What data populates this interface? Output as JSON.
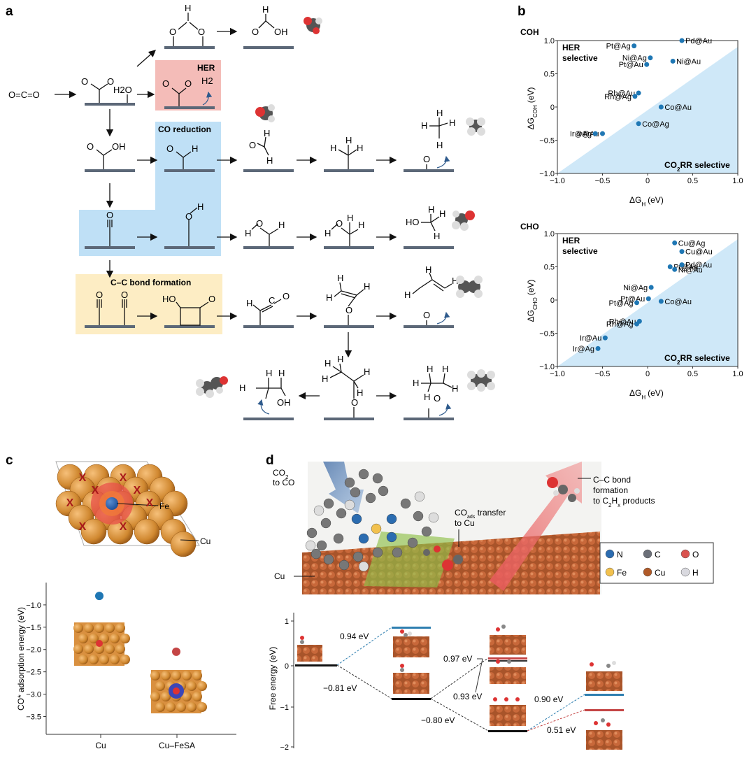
{
  "panel_labels": {
    "a": "a",
    "b": "b",
    "c": "c",
    "d": "d"
  },
  "panel_a": {
    "co2": "O=C=O",
    "boxes": {
      "her": "HER",
      "co_reduction": "CO reduction",
      "cc_bond": "C–C bond formation"
    },
    "atoms": {
      "O": "O",
      "H": "H",
      "OH": "OH",
      "H2O": "H2O",
      "H2": "H2",
      "HO": "HO",
      "C": "C"
    }
  },
  "panel_b": {
    "top": {
      "title": "COH",
      "ylabel": "ΔG",
      "ylabel_sub": "COH",
      "ylabel_unit": "(eV)",
      "xlabel": "ΔG",
      "xlabel_sub": "H",
      "xlabel_unit": "(eV)",
      "region_top_1": "HER",
      "region_top_2": "selective",
      "region_bottom": "CO",
      "region_bottom_sub": "2",
      "region_bottom_2": "RR selective"
    },
    "bottom": {
      "title": "CHO",
      "ylabel": "ΔG",
      "ylabel_sub": "CHO",
      "ylabel_unit": "(eV)",
      "xlabel": "ΔG",
      "xlabel_sub": "H",
      "xlabel_unit": "(eV)",
      "region_top_1": "HER",
      "region_top_2": "selective",
      "region_bottom": "CO",
      "region_bottom_sub": "2",
      "region_bottom_2": "RR selective"
    },
    "ticks": [
      "−1.0",
      "−0.5",
      "0",
      "0.5",
      "1.0"
    ]
  },
  "chart_data": [
    {
      "type": "scatter",
      "title": "COH",
      "xlabel": "ΔGH (eV)",
      "ylabel": "ΔGCOH (eV)",
      "xlim": [
        -1.0,
        1.0
      ],
      "ylim": [
        -1.0,
        1.0
      ],
      "points": [
        {
          "label": "Pd@Au",
          "x": 0.38,
          "y": 1.0
        },
        {
          "label": "Pt@Ag",
          "x": -0.15,
          "y": 0.92
        },
        {
          "label": "Ni@Ag",
          "x": 0.03,
          "y": 0.74
        },
        {
          "label": "Ni@Au",
          "x": 0.28,
          "y": 0.69
        },
        {
          "label": "Pt@Au",
          "x": -0.01,
          "y": 0.64
        },
        {
          "label": "Rh@Au",
          "x": -0.1,
          "y": 0.21
        },
        {
          "label": "Rh@Ag",
          "x": -0.14,
          "y": 0.16
        },
        {
          "label": "Co@Au",
          "x": 0.15,
          "y": 0.0
        },
        {
          "label": "Co@Ag",
          "x": -0.1,
          "y": -0.25
        },
        {
          "label": "Ir@Au",
          "x": -0.5,
          "y": -0.4
        },
        {
          "label": "Ir@Ag",
          "x": -0.58,
          "y": -0.4
        }
      ]
    },
    {
      "type": "scatter",
      "title": "CHO",
      "xlabel": "ΔGH (eV)",
      "ylabel": "ΔGCHO (eV)",
      "xlim": [
        -1.0,
        1.0
      ],
      "ylim": [
        -1.0,
        1.0
      ],
      "points": [
        {
          "label": "Cu@Ag",
          "x": 0.3,
          "y": 0.86
        },
        {
          "label": "Cu@Au",
          "x": 0.38,
          "y": 0.73
        },
        {
          "label": "Pt@Ag",
          "x": 0.25,
          "y": 0.5
        },
        {
          "label": "Pd@Au",
          "x": 0.38,
          "y": 0.53
        },
        {
          "label": "Ni@Au",
          "x": 0.3,
          "y": 0.46
        },
        {
          "label": "Ni@Ag",
          "x": 0.04,
          "y": 0.19
        },
        {
          "label": "Pt@Au",
          "x": 0.01,
          "y": 0.02
        },
        {
          "label": "Pt@Ag",
          "x": -0.12,
          "y": -0.04
        },
        {
          "label": "Co@Au",
          "x": 0.15,
          "y": -0.02
        },
        {
          "label": "Rh@Au",
          "x": -0.09,
          "y": -0.32
        },
        {
          "label": "Rh@Ag",
          "x": -0.12,
          "y": -0.36
        },
        {
          "label": "Ir@Au",
          "x": -0.47,
          "y": -0.57
        },
        {
          "label": "Ir@Ag",
          "x": -0.55,
          "y": -0.73
        }
      ]
    },
    {
      "type": "scatter",
      "title": "",
      "xlabel": "",
      "ylabel": "CO* adsorption energy (eV)",
      "categories": [
        "Cu",
        "Cu–FeSA"
      ],
      "ylim": [
        -3.9,
        -0.5
      ],
      "points": [
        {
          "label": "Cu",
          "x": "Cu",
          "y": -0.8
        },
        {
          "label": "Cu–FeSA",
          "x": "Cu–FeSA",
          "y": -2.05
        }
      ]
    },
    {
      "type": "line",
      "title": "",
      "xlabel": "",
      "ylabel": "Free energy (eV)",
      "ylim": [
        -2,
        1
      ],
      "annotations": [
        "0.94 eV",
        "−0.81 eV",
        "0.97 eV",
        "0.93 eV",
        "−0.80 eV",
        "0.90 eV",
        "0.51 eV"
      ]
    }
  ],
  "panel_c": {
    "fe_label": "Fe",
    "cu_label": "Cu",
    "x_mark": "X",
    "ylabel": "CO* adsorption energy (eV)",
    "ticks": [
      "−1.0",
      "−1.5",
      "−2.0",
      "−2.5",
      "−3.0",
      "−3.5"
    ],
    "categories": [
      "Cu",
      "Cu–FeSA"
    ],
    "colors": {
      "cu": "#d4923c",
      "blue": "#1f77b4",
      "red": "#c44545"
    }
  },
  "panel_d": {
    "co2_to_co_1": "CO",
    "co2_to_co_sub": "2",
    "co2_to_co_2": "to CO",
    "co_ads_1": "CO",
    "co_ads_sub": "ads",
    "co_ads_2": " transfer",
    "co_ads_3": "to Cu",
    "cc_1": "C–C bond",
    "cc_2": "formation",
    "cc_3": "to C",
    "cc_sub1": "2",
    "cc_4": "H",
    "cc_sub2": "x",
    "cc_5": " products",
    "cu_label": "Cu",
    "legend": [
      {
        "label": "N",
        "color": "#2b6cb0"
      },
      {
        "label": "C",
        "color": "#6b6f78"
      },
      {
        "label": "O",
        "color": "#d9534f"
      },
      {
        "label": "Fe",
        "color": "#f2c14e"
      },
      {
        "label": "Cu",
        "color": "#b05a28"
      },
      {
        "label": "H",
        "color": "#d9d9df"
      }
    ],
    "energy": {
      "ylabel": "Free energy (eV)",
      "ticks": [
        "1",
        "0",
        "−1",
        "−2"
      ],
      "e1": "0.94 eV",
      "e2": "−0.81 eV",
      "e3": "0.97 eV",
      "e4": "0.93 eV",
      "e5": "−0.80 eV",
      "e6": "0.90 eV",
      "e7": "0.51 eV"
    }
  }
}
